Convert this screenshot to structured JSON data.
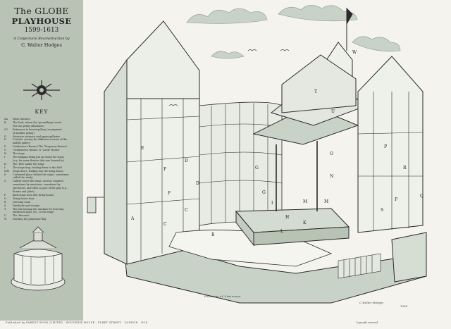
{
  "title": {
    "line1": "The GLOBE",
    "line2": "PLAYHOUSE",
    "dates": "1599-1613",
    "subtitle": "A Conjectural Reconstruction by",
    "author": "C. Walter Hodges"
  },
  "key_heading": "KEY",
  "key": [
    {
      "code": "AA",
      "text": "Main entrance"
    },
    {
      "code": "B",
      "text": "The Yard, where the 'groundlings' stood"
    },
    {
      "code": "",
      "text": "(for one penny admission)"
    },
    {
      "code": "CC",
      "text": "Entrances to lowest gallery (on payment"
    },
    {
      "code": "",
      "text": "of another penny)"
    },
    {
      "code": "D",
      "text": "Staircase entrance and upper galleries"
    },
    {
      "code": "E",
      "text": "Corridor serving the different sections of the"
    },
    {
      "code": "",
      "text": "middle gallery"
    },
    {
      "code": "F",
      "text": "Gentlemen's Rooms (The 'Twopenny Rooms')"
    },
    {
      "code": "G",
      "text": "'Gentlemen's Rooms' or 'Lords' Rooms'"
    },
    {
      "code": "H",
      "text": "The stage"
    },
    {
      "code": "I",
      "text": "The hanging being put up round the stage"
    },
    {
      "code": "",
      "text": "(e.g. for some theatre that was hurried in)"
    },
    {
      "code": "K",
      "text": "The 'Hell' under the stage"
    },
    {
      "code": "L",
      "text": "The stage trap, leading down to the Hell"
    },
    {
      "code": "MM",
      "text": "Stage doors, leading into the tiring-house"
    },
    {
      "code": "N",
      "text": "Curtained 'place behind the stage', sometimes"
    },
    {
      "code": "",
      "text": "called the 'study'"
    },
    {
      "code": "O",
      "text": "Gallery above the stage, used as required"
    },
    {
      "code": "",
      "text": "sometimes by musicians, sometimes by"
    },
    {
      "code": "",
      "text": "spectators, and often as part of the play (e.g."
    },
    {
      "code": "",
      "text": "Romeo and Juliet)"
    },
    {
      "code": "P",
      "text": "Back-stage area (the tiring-house)"
    },
    {
      "code": "Q",
      "text": "Tiring-house door"
    },
    {
      "code": "R",
      "text": "Dressing room"
    },
    {
      "code": "S",
      "text": "Wardrobe and storage"
    },
    {
      "code": "T",
      "text": "The hut housing the machine for lowering"
    },
    {
      "code": "",
      "text": "enthroned gods, etc., to the stage"
    },
    {
      "code": "U",
      "text": "The 'Heavens'"
    },
    {
      "code": "W",
      "text": "Hoisting the playhouse flag"
    }
  ],
  "footer": "Published by PARENT BOOK LIMITED · ROUVERIE HOUSE · FLEET STREET · LONDON · EC4",
  "caption": "Position of Staircase",
  "signature": "C.Walter Hodges",
  "signature_date": "1958",
  "copyright": "Copyright reserved",
  "drawing_letters": [
    "A",
    "B",
    "C",
    "C",
    "D",
    "D",
    "E",
    "F",
    "F",
    "G",
    "G",
    "H",
    "I",
    "K",
    "L",
    "M",
    "M",
    "N",
    "O",
    "P",
    "P",
    "Q",
    "R",
    "S",
    "T",
    "U",
    "W"
  ],
  "colors": {
    "sidebar": "#b8c2b5",
    "paper": "#f4f3ee",
    "ink": "#222222",
    "wash": "#c9d2c6"
  }
}
